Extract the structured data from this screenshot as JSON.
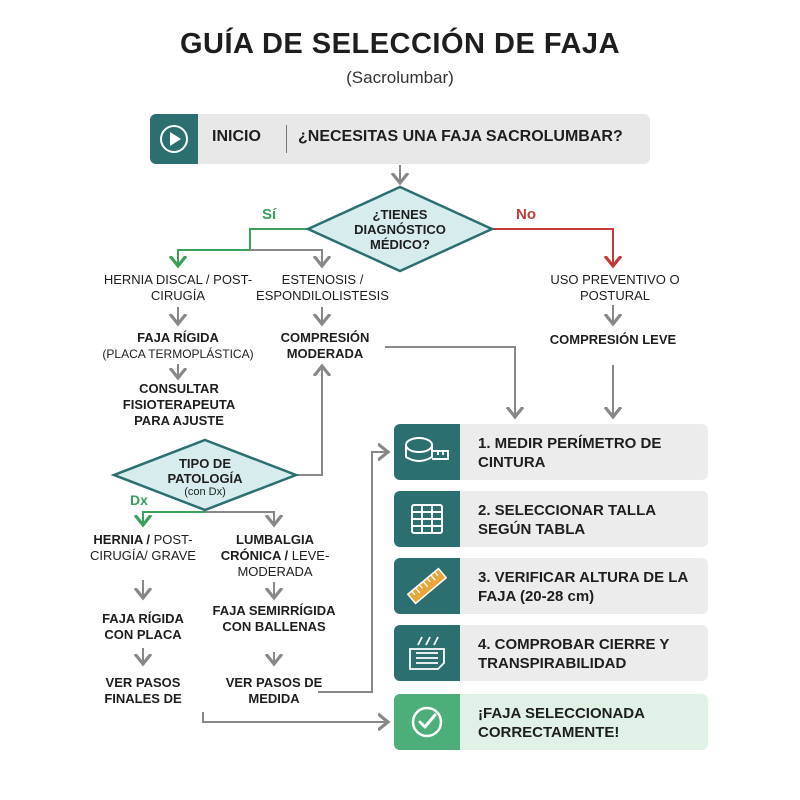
{
  "header": {
    "title": "GUÍA DE SELECCIÓN DE FAJA",
    "subtitle": "(Sacrolumbar)"
  },
  "start": {
    "label": "INICIO",
    "question": "¿NECESITAS UNA FAJA SACROLUMBAR?",
    "icon": "play-icon"
  },
  "decision1": {
    "text": "¿TIENES DIAGNÓSTICO MÉDICO?",
    "yes_label": "Sí",
    "no_label": "No"
  },
  "yes_branch": {
    "left": {
      "condition": "HERNIA DISCAL / POST-CIRUGÍA",
      "result_title": "FAJA RÍGIDA",
      "result_detail": "(PLACA TERMOPLÁSTICA)",
      "action": "CONSULTAR FISIOTERAPEUTA PARA AJUSTE"
    },
    "right": {
      "condition": "ESTENOSIS / ESPONDILOLISTESIS",
      "result": "COMPRESIÓN MODERADA"
    }
  },
  "no_branch": {
    "condition": "USO PREVENTIVO O POSTURAL",
    "result": "COMPRESIÓN LEVE"
  },
  "decision2": {
    "title": "TIPO DE PATOLOGÍA",
    "sub": "(con Dx)",
    "branch_label": "Dx"
  },
  "pathology": {
    "left": {
      "condition_bold": "HERNIA / ",
      "condition_rest": "POST-CIRUGÍA/ GRAVE",
      "result": "FAJA RÍGIDA CON PLACA",
      "action": "VER PASOS FINALES DE"
    },
    "right": {
      "condition_bold": "LUMBALGIA CRÓNICA / ",
      "condition_rest": "LEVE-MODERADA",
      "result": "FAJA SEMIRRÍGIDA CON BALLENAS",
      "action": "VER PASOS DE MEDIDA"
    }
  },
  "steps": [
    {
      "label": "1. MEDIR PERÍMETRO DE CINTURA",
      "icon": "tape-measure-icon"
    },
    {
      "label": "2. SELECCIONAR TALLA SEGÚN TABLA",
      "icon": "table-icon"
    },
    {
      "label": "3. VERIFICAR ALTURA DE LA FAJA (20-28 cm)",
      "icon": "ruler-icon"
    },
    {
      "label": "4. COMPROBAR CIERRE Y TRANSPIRABILIDAD",
      "icon": "fabric-icon"
    }
  ],
  "final": {
    "label": "¡FAJA SELECCIONADA CORRECTAMENTE!",
    "icon": "check-circle-icon"
  },
  "colors": {
    "teal": "#2c6f71",
    "decision_fill": "#d7ecec",
    "yes_green": "#3aa05a",
    "no_red": "#c23a3a",
    "success_green": "#4caf7a"
  }
}
